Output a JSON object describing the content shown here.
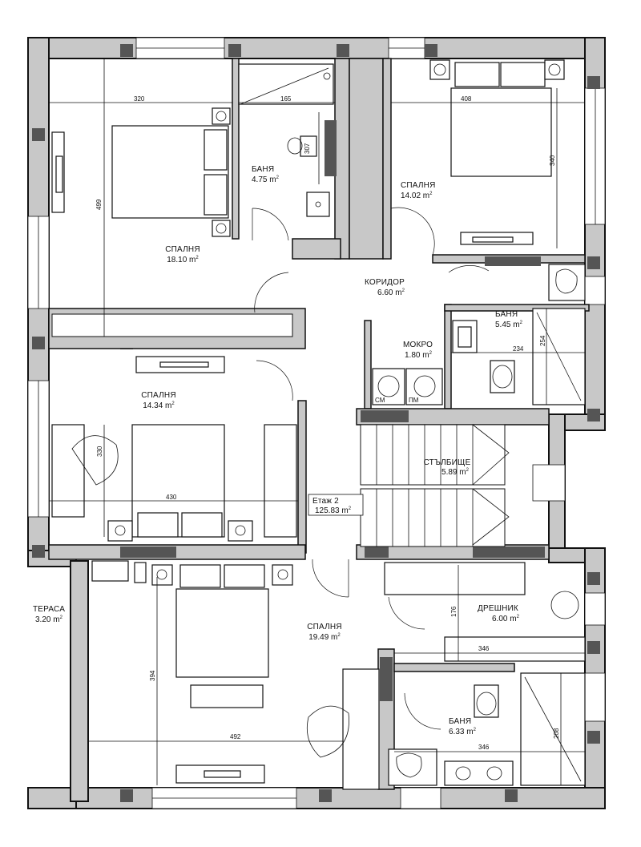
{
  "rooms": {
    "bedroom_nw": {
      "name": "СПАЛНЯ",
      "area": "18.10 m"
    },
    "bath_n": {
      "name": "БАНЯ",
      "area": "4.75 m"
    },
    "bedroom_ne": {
      "name": "СПАЛНЯ",
      "area": "14.02 m"
    },
    "corridor": {
      "name": "КОРИДОР",
      "area": "6.60 m"
    },
    "bath_e": {
      "name": "БАНЯ",
      "area": "5.45 m"
    },
    "utility": {
      "name": "МОКРО",
      "area": "1.80 m"
    },
    "bedroom_w": {
      "name": "СПАЛНЯ",
      "area": "14.34 m"
    },
    "stairs": {
      "name": "СТЪЛБИЩЕ",
      "area": "5.89 m"
    },
    "floor": {
      "name": "Етаж 2",
      "area": "125.83 m"
    },
    "terrace": {
      "name": "ТЕРАСА",
      "area": "3.20 m"
    },
    "bedroom_s": {
      "name": "СПАЛНЯ",
      "area": "19.49 m"
    },
    "wardrobe": {
      "name": "ДРЕШНИК",
      "area": "6.00 m"
    },
    "bath_s": {
      "name": "БАНЯ",
      "area": "6.33 m"
    }
  },
  "area_superscript": "2",
  "dimensions": {
    "d320": "320",
    "d165": "165",
    "d408": "408",
    "d307": "307",
    "d499": "499",
    "d340": "340",
    "d254": "254",
    "d234": "234",
    "d330": "330",
    "d430": "430",
    "d394": "394",
    "d492": "492",
    "d176": "176",
    "d346a": "346",
    "d346b": "346",
    "d208": "208"
  },
  "appliances": {
    "washer": "СМ",
    "dishwasher": "ПМ"
  }
}
